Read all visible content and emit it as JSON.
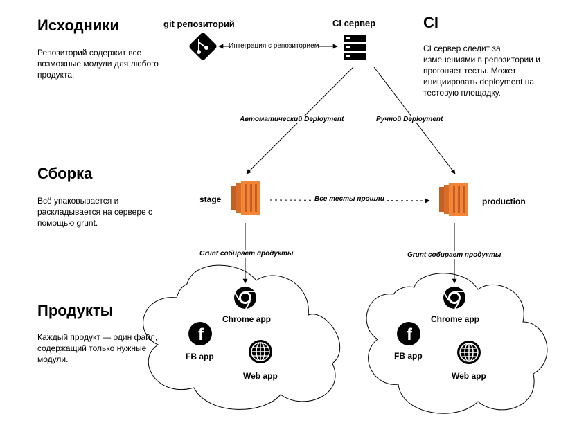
{
  "sections": {
    "sources": {
      "title": "Исходники",
      "text": "Репозиторий содержит все возможные модули для любого продукта."
    },
    "ci": {
      "title": "CI",
      "text": "CI сервер следит за изменениями в репозитории и прогоняет тесты. Может инициировать deployment на тестовую площадку."
    },
    "build": {
      "title": "Сборка",
      "text": "Всё упаковывается и раскладывается на сервере с помощью grunt."
    },
    "products": {
      "title": "Продукты",
      "text": "Каждый продукт — один файл, содержащий только нужные модули."
    }
  },
  "nodes": {
    "git": {
      "label": "git репозиторий",
      "icon": "git-icon",
      "color": "#000000"
    },
    "ci_server": {
      "label": "CI сервер",
      "icon": "server-icon",
      "color": "#000000"
    },
    "stage": {
      "label": "stage",
      "icon": "aws-stack-icon",
      "color": "#f58536"
    },
    "production": {
      "label": "production",
      "icon": "aws-stack-icon",
      "color": "#f58536"
    }
  },
  "edges": {
    "git_ci": "Интеграция с репозиторием",
    "auto_deploy": "Автоматический Deployment",
    "manual_deploy": "Ручной Deployment",
    "tests_passed": "Все тесты прошли",
    "grunt_stage": "Grunt собирает продукты",
    "grunt_production": "Grunt собирает продукты"
  },
  "clouds": {
    "stage": {
      "chrome": "Chrome app",
      "fb": "FB app",
      "web": "Web app"
    },
    "production": {
      "chrome": "Chrome app",
      "fb": "FB app",
      "web": "Web app"
    }
  }
}
